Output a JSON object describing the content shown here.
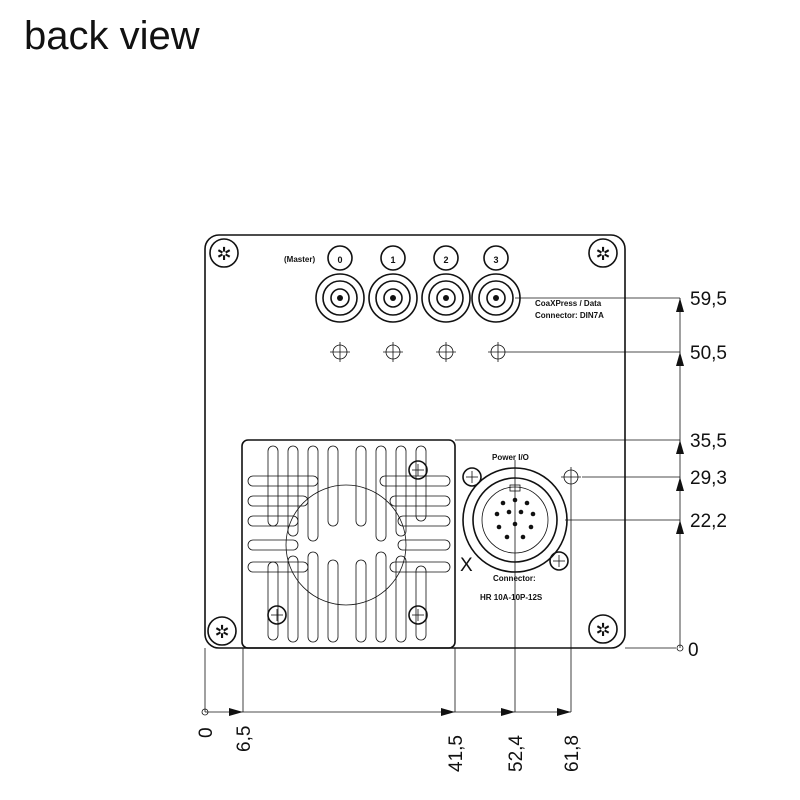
{
  "title": "back view",
  "labels": {
    "master": "(Master)",
    "port_numbers": [
      "0",
      "1",
      "2",
      "3"
    ],
    "coax_line1": "CoaXPress / Data",
    "coax_line2": "Connector: DIN7A",
    "power_io": "Power I/O",
    "connector_line1": "Connector:",
    "connector_line2": "HR 10A-10P-12S",
    "axis_x": "X"
  },
  "dimensions": {
    "vertical": [
      "59,5",
      "50,5",
      "35,5",
      "29,3",
      "22,2",
      "0"
    ],
    "horizontal": [
      "0",
      "6,5",
      "41,5",
      "52,4",
      "61,8"
    ]
  },
  "colors": {
    "line": "#111111",
    "background": "#ffffff"
  }
}
